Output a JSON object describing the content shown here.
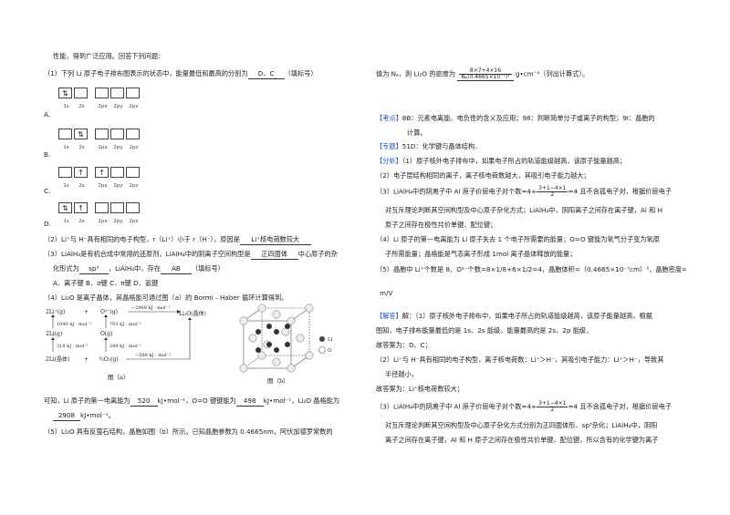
{
  "left": {
    "l0": "性能，得到广泛应用。回答下列问题：",
    "q1a": "（1）下列 Li 原子电子排布图表示的状态中，能量最低和最高的分别为",
    "q1ans": "D、C",
    "q1b": "（填标号）",
    "optA": "A.",
    "optB": "B.",
    "optC": "C.",
    "optD": "D.",
    "orb_labels": [
      "1s",
      "2s",
      "2px",
      "2py",
      "2pz"
    ],
    "rowA": [
      "⇅",
      "",
      "",
      "",
      ""
    ],
    "rowB": [
      "",
      "⇅",
      "",
      "",
      ""
    ],
    "rowC": [
      "",
      "↑",
      "↑",
      "",
      ""
    ],
    "rowD": [
      "⇅",
      "↑",
      "",
      "",
      ""
    ],
    "q2a": "（2）Li⁺与 H⁻具有相同的电子构型，r（Li⁺）小于 r（H⁻），原因是",
    "q2ans": "Li⁺核电荷数较大",
    "q3a": "（3）LiAlH₄是有机合成中常用的还原剂，LiAlH₄中的阴离子空间构型是",
    "q3ans1": "正四面体",
    "q3b": "中心原子的杂",
    "q3c": "化形式为",
    "q3ans2": "sp³",
    "q3d": "，LiAlH₄中，存在",
    "q3ans3": "AB",
    "q3e": "（填标号）",
    "q3opts": "A．离子键 B．σ键 C．π键 D．氢键",
    "q4a": "（4）Li₂O 是离子晶体，其晶格能可通过图（a）的 Bormi﹣Haber 循环计算得到。",
    "cycle": {
      "r1l": "2Li⁺(g)",
      "r1m": "+",
      "r1r": "O²⁻(g)",
      "top": "−2908 kJ · mol⁻¹",
      "prod": "Li₂O(晶体)",
      "e1": "1040 kJ · mol⁻¹",
      "e2": "703 kJ · mol⁻¹",
      "r2l": "2Li(g)",
      "r2r": "O(g)",
      "e3": "318 kJ · mol⁻¹",
      "e4": "249 kJ · mol⁻¹",
      "r3l": "2Li(晶体)",
      "r3m": "+",
      "r3r": "½O₂(g)",
      "bottom": "−598 kJ · mol⁻¹",
      "cap_a": "图（a）",
      "cap_b": "图（b）",
      "leg_li": "Li",
      "leg_o": "O"
    },
    "q4b": "可知，Li 原子的第一电离能为",
    "q4ans1": "520",
    "q4c": "kJ•mol⁻¹，O=O 键键能为",
    "q4ans2": "498",
    "q4d": "kJ•mol⁻¹，Li₂O 晶格能为",
    "q4ans3": "2908",
    "q4e": "kJ•mol⁻¹。",
    "q5": "（5）Li₂O 具有反萤石结构，晶胞如图（b）所示。已知晶胞参数为 0.4665nm，阿伏加德罗常数的"
  },
  "right": {
    "r0a": "值为 Nₐ，则 Li₂O 的密度为",
    "r0num": "8×7+4×16",
    "r0den": "Nₐ(0.4665×10⁻⁷)³",
    "r0b": "g•cm⁻³（列出计算式）。",
    "kd_tag": "【考点】",
    "kd1": "8B：元素电离能、电负性的含义及应用；98：判断简单分子或离子的构型；9I：晶胞的",
    "kd2": "计算。",
    "zt_tag": "【专题】",
    "zt": "51D：化学键与晶体结构．",
    "fx_tag": "【分析】",
    "fx1": "（1）原子核外电子排布中，如果电子所占的轨道能级越高，该原子能量越高；",
    "fx2": "（2）电子层结构相同的离子，离子核电荷数越大，其吸引电子能力越大；",
    "fx3a": "（3）LiAlH₄中的阴离子中 Al 原子价层电子对个数=4+",
    "fx3num": "3+1−4×1",
    "fx3den": "2",
    "fx3b": "=4 且不含孤电子对，根据价层电子",
    "fx4": "对互斥理论判断其空间构型及中心原子杂化方式；LiAlH₄中，阴阳离子之间存在离子键，Al 和 H",
    "fx5": "原子之间存在极性共价单键、配位键；",
    "fx6": "（4）Li 原子的第一电离能为 Li 原子失去 1 个电子所需要的能量；O=O 键能为氧气分子变为氧原",
    "fx7": "子所需能量；晶格能是气态离子形成 1mol 离子晶体释放的能量；",
    "fx8a": "（5）晶胞中 Li⁺个数是 8、O²⁻个数=8×",
    "fx8f1": "1/8",
    "fx8b": "+6×",
    "fx8f2": "1/2",
    "fx8c": "=4，晶胞体积=（0.4665×10⁻⁷cm）³，晶胞密度=",
    "fx9": "m/V",
    "jd_tag": "【解答】",
    "jd1": "解：（1）原子核外电子排布中，如果电子所占的轨道能级越高，该原子能量越高，根据",
    "jd2": "图知，电子排布能量最低的是 1s、2s 能级，能量最高的是 2s、2p 能级，",
    "jd3": "故答案为：D、C；",
    "jd4": "（2）Li⁺与 H⁻具有相同的电子构型，离子核电荷数：Li⁺＞H⁻，其吸引电子能力：Li⁺＞H⁻，导致其",
    "jd5": "半径越小，",
    "jd6": "故答案为：Li⁺核电荷数较大；",
    "jd7a": "（3）LiAlH₄中的阴离子中 Al 原子价层电子对个数=4+",
    "jd7num": "3+1−4×1",
    "jd7den": "2",
    "jd7b": "=4 且不含孤电子对，根据价层电子",
    "jd8": "对互斥理论判断其空间构型及中心原子杂化方式分别为正四面体形、sp³杂化；LiAlH₄中，阴阳",
    "jd9": "离子之间存在离子键，Al 和 H 原子之间存在极性共价单键、配位键，所以含有的化学键为离子"
  }
}
